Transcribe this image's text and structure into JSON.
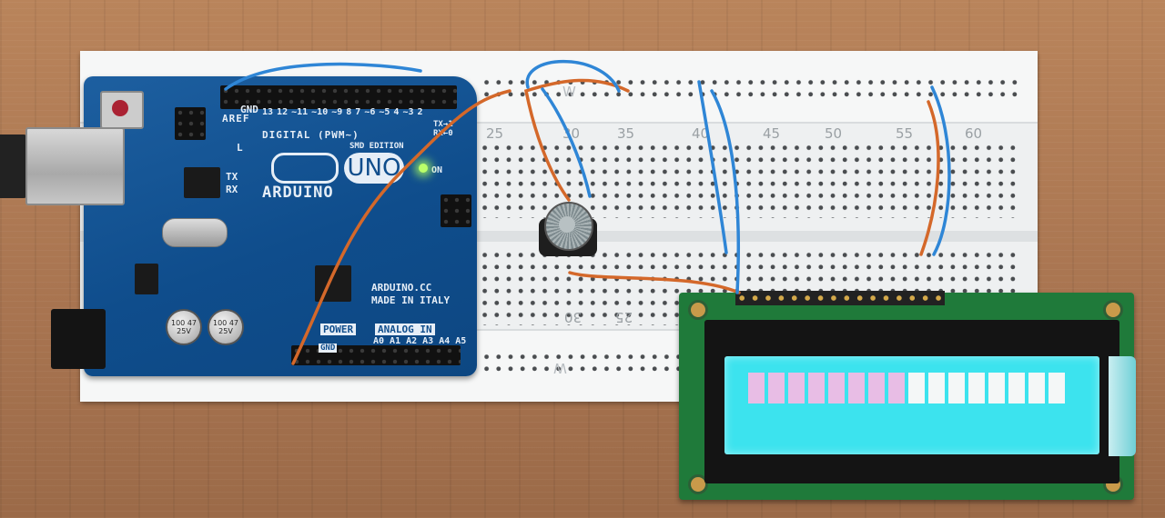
{
  "arduino": {
    "brand": "ARDUINO",
    "model": "UNO",
    "edition": "SMD EDITION",
    "digital_label": "DIGITAL (PWM~)",
    "gnd_label": "GND",
    "aref_label": "AREF",
    "digital_pins": [
      "13",
      "12",
      "~11",
      "~10",
      "~9",
      "8",
      "7",
      "~6",
      "~5",
      "4",
      "~3",
      "2",
      "TX→1",
      "RX←0"
    ],
    "power_label": "POWER",
    "analog_label": "ANALOG IN",
    "analog_pins": [
      "A0",
      "A1",
      "A2",
      "A3",
      "A4",
      "A5"
    ],
    "website": "ARDUINO.CC",
    "origin": "MADE IN ITALY",
    "on_label": "ON",
    "led_labels": [
      "L",
      "TX",
      "RX"
    ],
    "cap_text": "100\n47\n25V"
  },
  "breadboard": {
    "top_numbers": [
      "25",
      "30",
      "35",
      "40",
      "45",
      "50",
      "55",
      "60"
    ],
    "bottom_numbers": [
      "30",
      "25"
    ],
    "rail_letter": "W"
  },
  "lcd": {
    "row_cells": [
      "on",
      "on",
      "on",
      "on",
      "on",
      "on",
      "on",
      "on",
      "off",
      "off",
      "off",
      "off",
      "off",
      "off",
      "off",
      "off"
    ]
  },
  "colors": {
    "board_blue": "#0f4d8c",
    "wire_blue": "#2f86d6",
    "wire_orange": "#d4682a",
    "lcd_backlight": "#3ce3ee",
    "lcd_pixel_on": "#e8bde5"
  }
}
